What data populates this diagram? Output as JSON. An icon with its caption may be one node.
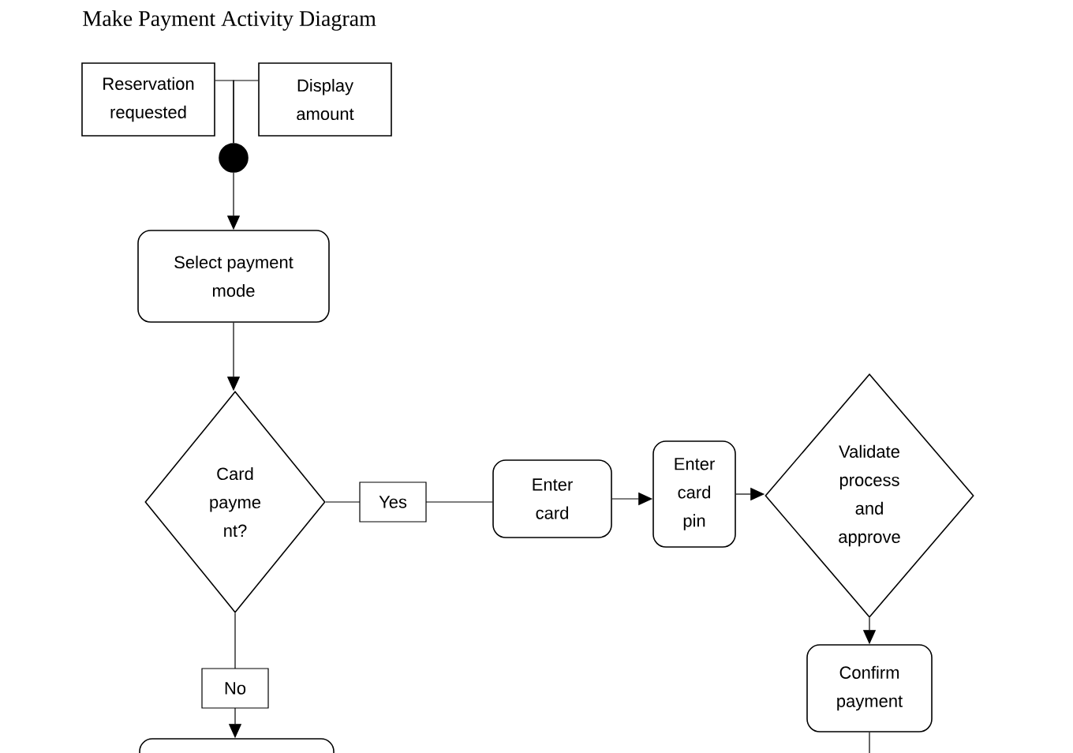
{
  "diagram": {
    "title": "Make Payment Activity Diagram",
    "nodes": [
      {
        "text": [
          "Reservation requested"
        ]
      },
      {
        "text": [
          "Display amount"
        ]
      },
      {
        "text": [],
        "shape": "circle"
      },
      {
        "text": [
          "Select payment mode"
        ]
      },
      {
        "text": [
          "Card payme nt?"
        ]
      },
      {
        "text": [
          "Enter card"
        ]
      },
      {
        "text": [
          "Enter card pin"
        ]
      },
      {
        "text": [
          "Validate process and approve"
        ]
      },
      {
        "text": [
          "Confirm payment"
        ]
      },
      {
        "text": [],
        "shape": "box"
      }
    ],
    "edges": [
      {
        "from": 0,
        "to": 2,
        "arrow": "none"
      },
      {
        "from": 1,
        "to": 2,
        "arrow": "none"
      },
      {
        "from": 2,
        "to": 3,
        "arrow": "to"
      },
      {
        "from": 3,
        "to": 4,
        "arrow": "to"
      },
      {
        "from": 4,
        "to": 5,
        "arrow": "none",
        "label": "Yes"
      },
      {
        "from": 5,
        "to": 6,
        "arrow": "to"
      },
      {
        "from": 6,
        "to": 7,
        "arrow": "to"
      },
      {
        "from": 7,
        "to": 8,
        "arrow": "to"
      },
      {
        "from": 4,
        "to": 9,
        "arrow": "to",
        "label": "No"
      },
      {
        "from": 8,
        "to": null,
        "arrow": "none"
      }
    ]
  }
}
